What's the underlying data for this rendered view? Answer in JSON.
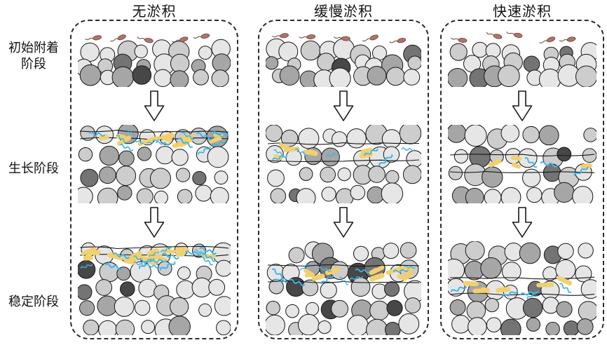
{
  "figure": {
    "columns": [
      {
        "id": "none",
        "title": "无淤积"
      },
      {
        "id": "slow",
        "title": "缓慢淤积"
      },
      {
        "id": "fast",
        "title": "快速淤积"
      }
    ],
    "rows": [
      {
        "id": "initial",
        "label": "初始附着阶段"
      },
      {
        "id": "growth",
        "label": "生长阶段"
      },
      {
        "id": "stable",
        "label": "稳定阶段"
      }
    ],
    "panels": {
      "none_initial": {
        "type": "initial",
        "bacteria": 5
      },
      "none_growth": {
        "type": "growth",
        "eps": 12,
        "algae": 14,
        "layer": "top"
      },
      "none_stable": {
        "type": "stable",
        "eps": 17,
        "algae": 18,
        "layer": "top"
      },
      "slow_initial": {
        "type": "initial",
        "bacteria": 5
      },
      "slow_growth": {
        "type": "growth",
        "eps": 8,
        "algae": 7,
        "layer": "upper"
      },
      "slow_stable": {
        "type": "stable",
        "eps": 12,
        "algae": 11,
        "layer": "upper"
      },
      "fast_initial": {
        "type": "initial",
        "bacteria": 5
      },
      "fast_growth": {
        "type": "growth",
        "eps": 4,
        "algae": 3,
        "layer": "middle"
      },
      "fast_stable": {
        "type": "stable",
        "eps": 6,
        "algae": 5,
        "layer": "middle"
      }
    },
    "colors": {
      "particle_light": "#e6e6e6",
      "particle_mid_light": "#cdcdcd",
      "particle_mid": "#a6a6a6",
      "particle_dark": "#747474",
      "particle_darker": "#474747",
      "outline": "#161616",
      "line": "#161616",
      "bacteria": "#b0736b",
      "bacteria_outline": "#6e4038",
      "eps": "#f2d06e",
      "algae": "#3db5ea",
      "arrow_fill": "#ffffff",
      "border": "#2b2b2b",
      "background": "#ffffff"
    }
  }
}
